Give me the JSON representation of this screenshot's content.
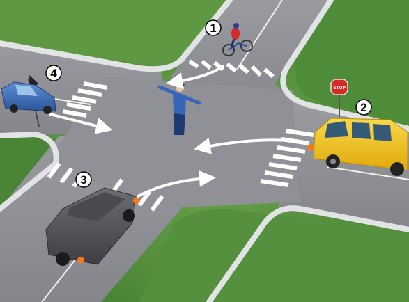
{
  "markers": [
    {
      "id": "1",
      "label": "1",
      "subject": "cyclist"
    },
    {
      "id": "2",
      "label": "2",
      "subject": "yellow-van"
    },
    {
      "id": "3",
      "label": "3",
      "subject": "grey-suv"
    },
    {
      "id": "4",
      "label": "4",
      "subject": "blue-car"
    }
  ],
  "stop_sign": {
    "text": "STOP",
    "color": "#d62b2b"
  },
  "colors": {
    "grass": "#4f8a3a",
    "road": "#8e8f93",
    "curb": "#d9dadc",
    "van": "#f2c416",
    "suv": "#58595c",
    "car": "#3c6fb8",
    "arrow": "#ffffff"
  }
}
